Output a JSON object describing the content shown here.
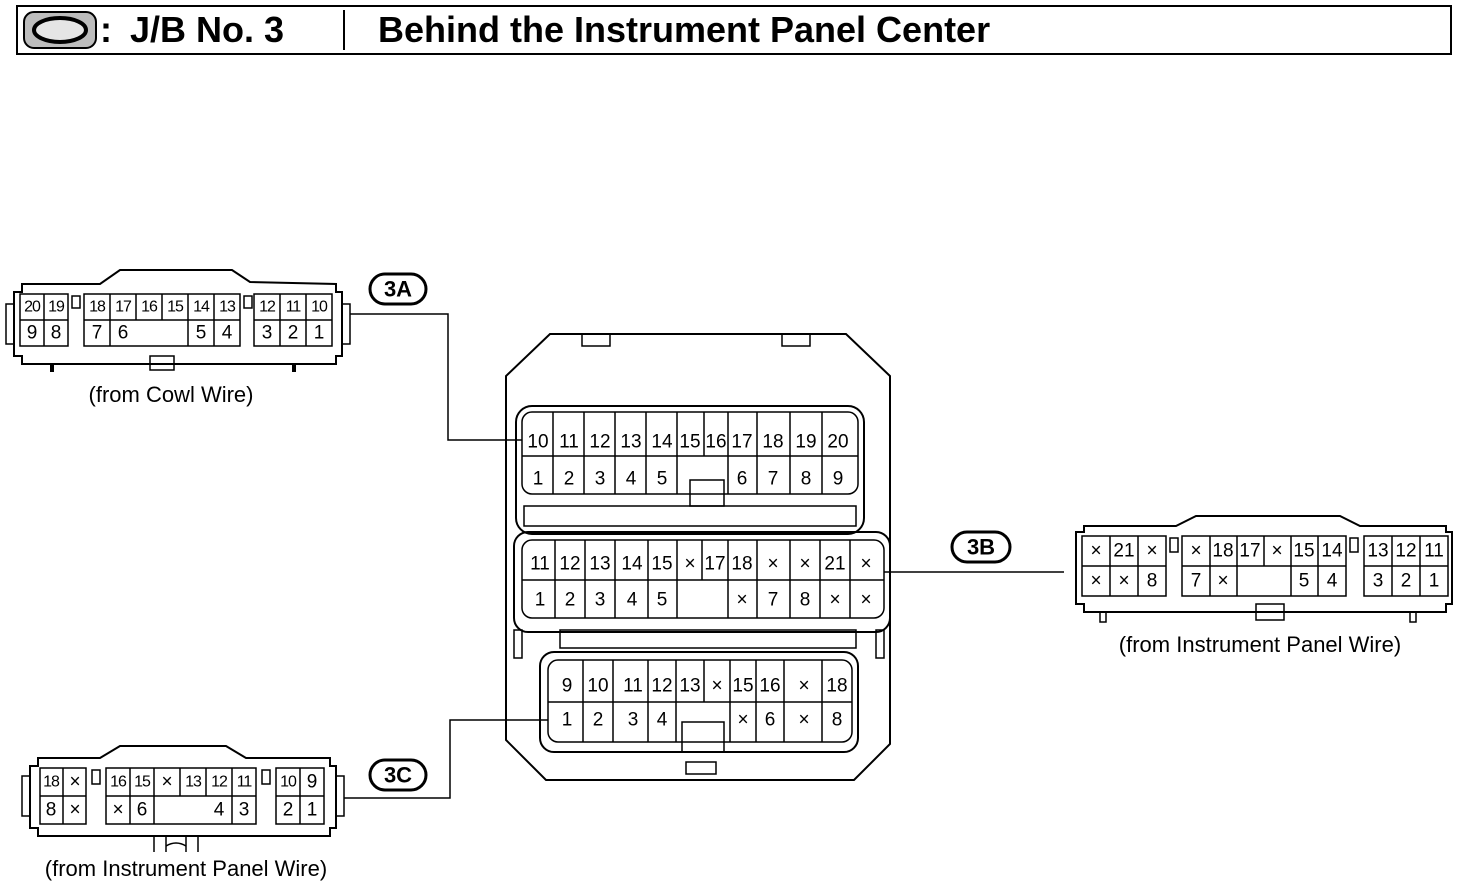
{
  "header": {
    "jb_label": "J/B No. 3",
    "location": "Behind the Instrument Panel Center"
  },
  "connectors": {
    "a": {
      "tag": "3A",
      "caption": "(from Cowl Wire)",
      "top_row": [
        "20",
        "19",
        "18",
        "17",
        "16",
        "15",
        "14",
        "13",
        "12",
        "11",
        "10"
      ],
      "bottom_row": [
        "9",
        "8",
        "7",
        "6",
        "5",
        "4",
        "3",
        "2",
        "1"
      ]
    },
    "b": {
      "tag": "3B",
      "caption": "(from Instrument Panel Wire)",
      "top_row": [
        "×",
        "21",
        "×",
        "×",
        "18",
        "17",
        "×",
        "15",
        "14",
        "13",
        "12",
        "11"
      ],
      "bottom_row": [
        "×",
        "×",
        "8",
        "7",
        "×",
        "5",
        "4",
        "3",
        "2",
        "1"
      ]
    },
    "c": {
      "tag": "3C",
      "caption": "(from Instrument Panel Wire)",
      "top_row": [
        "18",
        "×",
        "16",
        "15",
        "×",
        "13",
        "12",
        "11",
        "10",
        "9"
      ],
      "bottom_row": [
        "8",
        "×",
        "×",
        "6",
        "4",
        "3",
        "2",
        "1"
      ]
    }
  },
  "junction_block": {
    "a_top": [
      "10",
      "11",
      "12",
      "13",
      "14",
      "15",
      "16",
      "17",
      "18",
      "19",
      "20"
    ],
    "a_bottom": [
      "1",
      "2",
      "3",
      "4",
      "5",
      "6",
      "7",
      "8",
      "9"
    ],
    "b_top": [
      "11",
      "12",
      "13",
      "14",
      "15",
      "×",
      "17",
      "18",
      "×",
      "×",
      "21",
      "×"
    ],
    "b_bottom": [
      "1",
      "2",
      "3",
      "4",
      "5",
      "×",
      "7",
      "8",
      "×",
      "×"
    ],
    "c_top": [
      "9",
      "10",
      "11",
      "12",
      "13",
      "×",
      "15",
      "16",
      "×",
      "18"
    ],
    "c_bottom": [
      "1",
      "2",
      "3",
      "4",
      "×",
      "6",
      "×",
      "8"
    ]
  }
}
